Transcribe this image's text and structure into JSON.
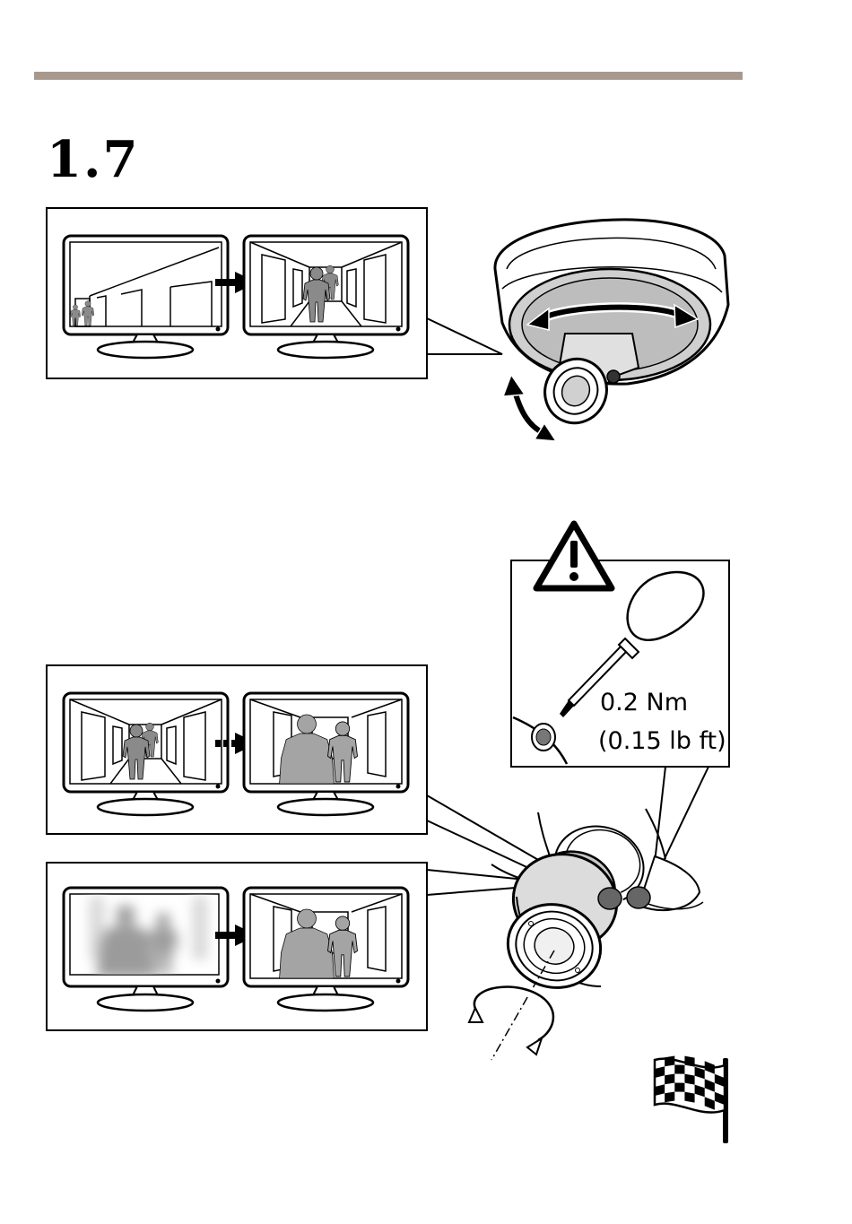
{
  "header": {
    "step_number": "1.7",
    "rule_color": "#a8998e"
  },
  "torque_callout": {
    "value_nm": "0.2 Nm",
    "value_lbft": "(0.15 lb ft)",
    "warning_icon": "warning-triangle-icon",
    "tool_icon": "screwdriver-icon"
  },
  "panels": [
    {
      "name": "aim-view",
      "before": "wide-angle corridor view",
      "after": "centered corridor view"
    },
    {
      "name": "zoom-view",
      "before": "corridor with people far",
      "after": "corridor zoomed in"
    },
    {
      "name": "focus-view",
      "before": "blurred image",
      "after": "sharp image"
    }
  ],
  "icons": [
    "monitor-icon",
    "arrow-right-icon",
    "camera-dome-icon",
    "curved-double-arrow-icon",
    "rotate-arrow-icon",
    "checkered-flag-icon"
  ],
  "colors": {
    "line": "#000000",
    "silhouette": "#8a8a8a",
    "silhouette_light": "#a4a4a4",
    "dome_shade": "#bdbdbd",
    "blur": "#9b9b9b"
  }
}
